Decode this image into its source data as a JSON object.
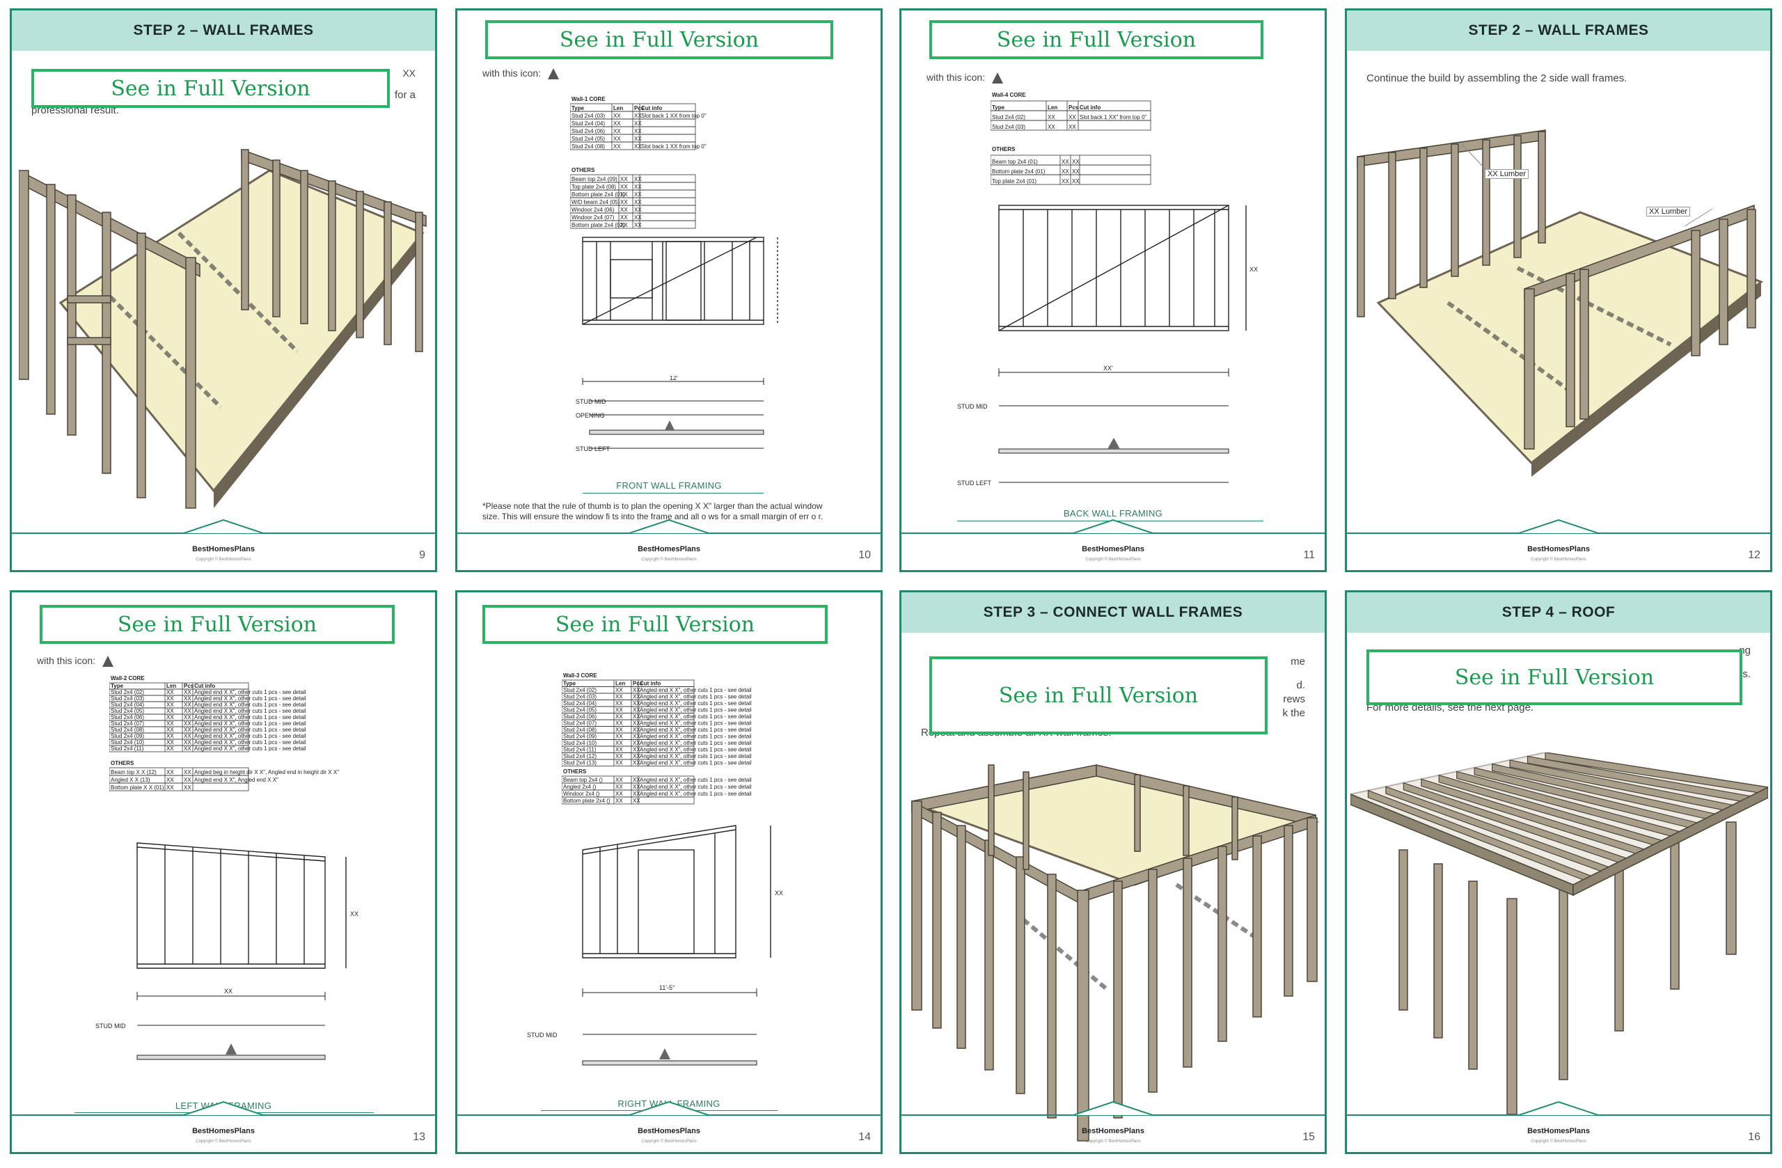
{
  "pages": [
    {
      "number": "9",
      "header": "STEP 2 – WALL FRAMES",
      "text_fragments": [
        "XX",
        "for a",
        "professional result."
      ],
      "stamp": "See in Full Version",
      "brand": "BestHomesPlans",
      "copyright": "Copyright © BestHomesPlans"
    },
    {
      "number": "10",
      "stamp": "See in Full Version",
      "icon_label": "with this icon:",
      "table_title": "Wall-1 CORE",
      "table_headers": [
        "Type",
        "Len",
        "Pcs",
        "Cut info"
      ],
      "core_rows": [
        [
          "Stud 2x4 (03)",
          "XX",
          "XX",
          "Slot back 1 XX from top 0\""
        ],
        [
          "Stud 2x4 (04)",
          "XX",
          "XX",
          ""
        ],
        [
          "Stud 2x4 (06)",
          "XX",
          "XX",
          ""
        ],
        [
          "Stud 2x4 (05)",
          "XX",
          "XX",
          ""
        ],
        [
          "Stud 2x4 (08)",
          "XX",
          "XX",
          "Slot back 1 XX from top 0\""
        ]
      ],
      "others_title": "OTHERS",
      "others_rows": [
        [
          "Beam top 2x4 (09)",
          "XX",
          "XX"
        ],
        [
          "Top plate 2x4 (08)",
          "XX",
          "XX"
        ],
        [
          "Bottom plate 2x4 (01)",
          "XX",
          "XX"
        ],
        [
          "W/D beam 2x4 (05)",
          "XX",
          "XX"
        ],
        [
          "Windoor 2x4 (06)",
          "XX",
          "XX"
        ],
        [
          "Windoor 2x4 (07)",
          "XX",
          "XX"
        ],
        [
          "Bottom plate 2x4 (02)",
          "XX",
          "XX"
        ]
      ],
      "dim_width": "12'",
      "label_stud_mid": "STUD MID",
      "label_opening": "OPENING",
      "label_stud_left": "STUD LEFT",
      "caption": "FRONT WALL FRAMING",
      "note_line1": "*Please note that the rule of thumb is to plan the opening  X X\" larger than the actual window",
      "note_line2": "size.  This will ensure the window fi ts into the frame and all  o ws for a small   margin of err o r.",
      "brand": "BestHomesPlans",
      "copyright": "Copyright © BestHomesPlans"
    },
    {
      "number": "11",
      "stamp": "See in Full Version",
      "icon_label": "with this icon:",
      "table_title": "Wall-4 CORE",
      "table_headers": [
        "Type",
        "Len",
        "Pcs",
        "Cut info"
      ],
      "core_rows": [
        [
          "Stud 2x4 (02)",
          "XX",
          "XX",
          "Slot back 1 XX\" from top 0\""
        ],
        [
          "Stud 2x4 (03)",
          "XX",
          "XX",
          ""
        ]
      ],
      "others_title": "OTHERS",
      "others_rows": [
        [
          "Beam top 2x4 (01)",
          "XX",
          "XX"
        ],
        [
          "Bottom plate 2x4 (01)",
          "XX",
          "XX"
        ],
        [
          "Top plate 2x4 (01)",
          "XX",
          "XX"
        ]
      ],
      "dim_width": "XX'",
      "dim_height": "XX",
      "label_stud_mid": "STUD MID",
      "label_stud_left": "STUD LEFT",
      "caption": "BACK WALL FRAMING",
      "brand": "BestHomesPlans",
      "copyright": "Copyright © BestHomesPlans"
    },
    {
      "number": "12",
      "header": "STEP 2 – WALL FRAMES",
      "text": "Continue the build by assembling the 2 side wall frames.",
      "callout1": "XX Lumber",
      "callout2": "XX Lumber",
      "brand": "BestHomesPlans",
      "copyright": "Copyright © BestHomesPlans"
    },
    {
      "number": "13",
      "stamp": "See in Full Version",
      "icon_label": "with this icon:",
      "table_title": "Wall-2 CORE",
      "table_headers": [
        "Type",
        "Len",
        "Pcs",
        "Cut info"
      ],
      "core_rows": [
        [
          "Stud 2x4 (02)",
          "XX",
          "XX",
          "Angled end X X\", other cuts 1 pcs - see detail"
        ],
        [
          "Stud 2x4 (03)",
          "XX",
          "XX",
          "Angled end X X\", other cuts 1 pcs - see detail"
        ],
        [
          "Stud 2x4 (04)",
          "XX",
          "XX",
          "Angled end X X\", other cuts 1 pcs - see detail"
        ],
        [
          "Stud 2x4 (05)",
          "XX",
          "XX",
          "Angled end X X\", other cuts 1 pcs - see detail"
        ],
        [
          "Stud 2x4 (06)",
          "XX",
          "XX",
          "Angled end X X\", other cuts 1 pcs - see detail"
        ],
        [
          "Stud 2x4 (07)",
          "XX",
          "XX",
          "Angled end X X\", other cuts 1 pcs - see detail"
        ],
        [
          "Stud 2x4 (08)",
          "XX",
          "XX",
          "Angled end X X\", other cuts 1 pcs - see detail"
        ],
        [
          "Stud 2x4 (09)",
          "XX",
          "XX",
          "Angled end X X\", other cuts 1 pcs - see detail"
        ],
        [
          "Stud 2x4 (10)",
          "XX",
          "XX",
          "Angled end X X\", other cuts 1 pcs - see detail"
        ],
        [
          "Stud 2x4 (11)",
          "XX",
          "XX",
          "Angled end X X\", other cuts 1 pcs - see detail"
        ]
      ],
      "others_title": "OTHERS",
      "others_rows": [
        [
          "Beam top X X (12)",
          "XX",
          "XX",
          "Angled beg in height dir X X\", Angled end in height dir X X\""
        ],
        [
          "Angled X X (13)",
          "XX",
          "XX",
          "Angled end X X\", Angled end X X\""
        ],
        [
          "Bottom plate X X (01)",
          "XX",
          "XX",
          ""
        ]
      ],
      "dim_width": "XX",
      "dim_height": "XX",
      "label_stud_mid": "STUD MID",
      "caption": "LEFT WALL FRAMING",
      "brand": "BestHomesPlans",
      "copyright": "Copyright © BestHomesPlans"
    },
    {
      "number": "14",
      "stamp": "See in Full Version",
      "table_title": "Wall-3 CORE",
      "table_headers": [
        "Type",
        "Len",
        "Pcs",
        "Cut info"
      ],
      "core_rows": [
        [
          "Stud 2x4 (02)",
          "XX",
          "XX",
          "Angled end X X\", other cuts 1 pcs - see detail"
        ],
        [
          "Stud 2x4 (03)",
          "XX",
          "XX",
          "Angled end X X\", other cuts 1 pcs - see detail"
        ],
        [
          "Stud 2x4 (04)",
          "XX",
          "XX",
          "Angled end X X\", other cuts 1 pcs - see detail"
        ],
        [
          "Stud 2x4 (05)",
          "XX",
          "XX",
          "Angled end X X\", other cuts 1 pcs - see detail"
        ],
        [
          "Stud 2x4 (06)",
          "XX",
          "XX",
          "Angled end X X\", other cuts 1 pcs - see detail"
        ],
        [
          "Stud 2x4 (07)",
          "XX",
          "XX",
          "Angled end X X\", other cuts 1 pcs - see detail"
        ],
        [
          "Stud 2x4 (08)",
          "XX",
          "XX",
          "Angled end X X\", other cuts 1 pcs - see detail"
        ],
        [
          "Stud 2x4 (09)",
          "XX",
          "XX",
          "Angled end X X\", other cuts 1 pcs - see detail"
        ],
        [
          "Stud 2x4 (10)",
          "XX",
          "XX",
          "Angled end X X\", other cuts 1 pcs - see detail"
        ],
        [
          "Stud 2x4 (11)",
          "XX",
          "XX",
          "Angled end X X\", other cuts 1 pcs - see detail"
        ],
        [
          "Stud 2x4 (12)",
          "XX",
          "XX",
          "Angled end X X\", other cuts 1 pcs - see detail"
        ],
        [
          "Stud 2x4 (13)",
          "XX",
          "XX",
          "Angled end X X\", other cuts 1 pcs - see detail"
        ]
      ],
      "others_title": "OTHERS",
      "others_rows": [
        [
          "Beam top 2x4 ()",
          "XX",
          "XX",
          "Angled end X X\", other cuts 1 pcs - see detail"
        ],
        [
          "Angled 2x4 ()",
          "XX",
          "XX",
          "Angled end X X\", other cuts 1 pcs - see detail"
        ],
        [
          "Windoor 2x4 ()",
          "XX",
          "XX",
          "Angled end X X\", other cuts 1 pcs - see detail"
        ],
        [
          "Bottom plate 2x4 ()",
          "XX",
          "XX",
          ""
        ]
      ],
      "dim_width": "11'-5\"",
      "dim_height": "XX",
      "label_stud_mid": "STUD MID",
      "caption": "RIGHT WALL FRAMING",
      "brand": "BestHomesPlans",
      "copyright": "Copyright © BestHomesPlans"
    },
    {
      "number": "15",
      "header": "STEP 3 – CONNECT WALL FRAMES",
      "text_fragments": [
        "me",
        "d.",
        "rews",
        "k the"
      ],
      "text_last": "Repeat and assemble all XX wall frames.",
      "stamp": "See in Full Version",
      "brand": "BestHomesPlans",
      "copyright": "Copyright © BestHomesPlans"
    },
    {
      "number": "16",
      "header": "STEP 4 – ROOF",
      "text_fragments": [
        "ng",
        "ds.",
        "For more details, see the next page."
      ],
      "stamp": "See in Full Version",
      "brand": "BestHomesPlans",
      "copyright": "Copyright © BestHomesPlans"
    }
  ]
}
